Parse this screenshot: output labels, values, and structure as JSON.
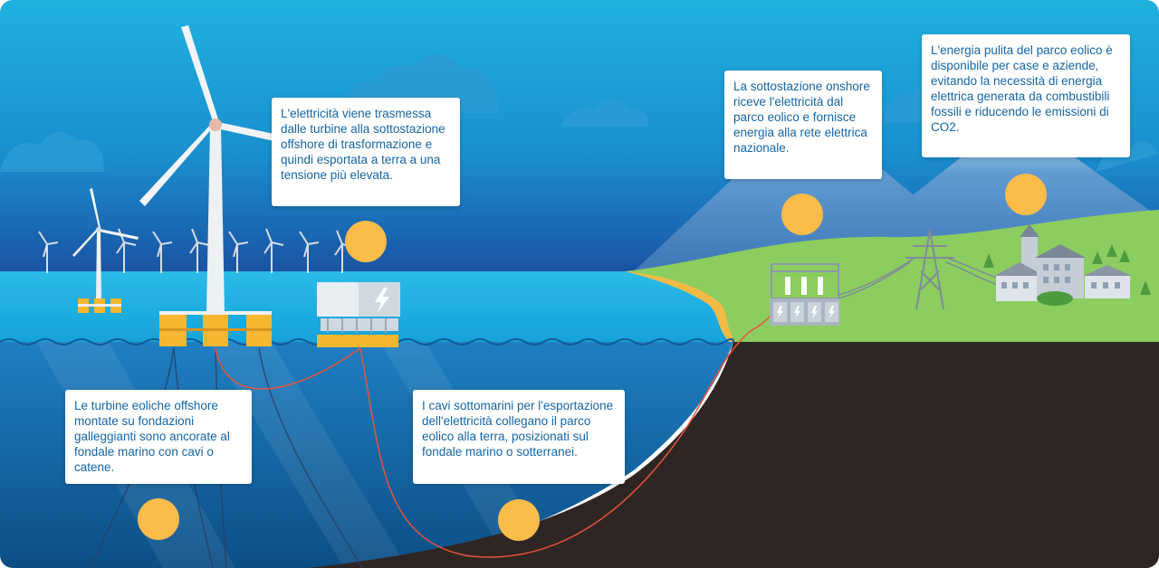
{
  "colors": {
    "sky": "#11a9db",
    "sky_top": "#1fb1df",
    "sea_surface": "#1aaee0",
    "sea_deep": "#0b5f99",
    "seabed": "#2f2623",
    "land": "#8ccd5f",
    "mountain": "#4d87c4",
    "marker": "#fbbc4a",
    "cable": "#e8533d",
    "callout_text": "#1565a5"
  },
  "callouts": {
    "transmission": "L'elettricità viene trasmessa dalle turbine alla sottostazione offshore di trasformazione e quindi esportata a terra a una tensione più elevata.",
    "onshore_substation": "La sottostazione onshore riceve l'elettricità dal parco eolico e fornisce energia alla rete elettrica nazionale.",
    "clean_energy": "L'energia pulita del parco eolico è disponibile per case e aziende, evitando la necessità di energia elettrica generata da combustibili fossili e riducendo le emissioni di CO2.",
    "floating_turbines": "Le turbine eoliche offshore montate su fondazioni galleggianti sono ancorate al fondale marino con cavi o catene.",
    "subsea_cables": "I cavi sottomarini per l'esportazione dell'elettricità collegano il parco eolico alla terra, posizionati sul fondale marino o sotterranei."
  },
  "icons": {
    "substation_offshore": "lightning-bolt-icon",
    "substation_onshore": "lightning-bolt-icon"
  }
}
